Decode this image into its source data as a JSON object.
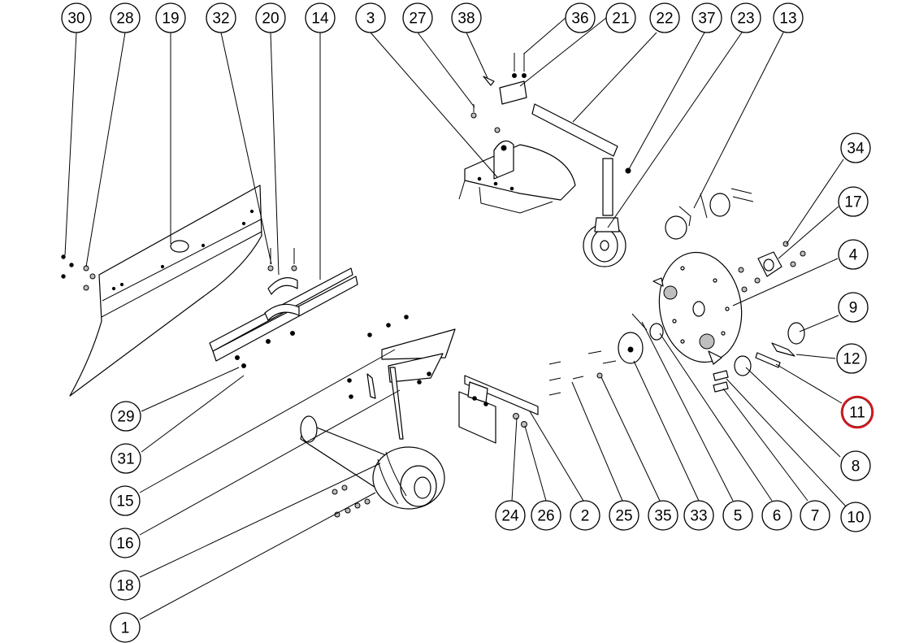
{
  "highlight_color": "#d9171e",
  "highlighted_callout": "11",
  "callouts": [
    "1",
    "2",
    "3",
    "4",
    "5",
    "6",
    "7",
    "8",
    "9",
    "10",
    "11",
    "12",
    "13",
    "14",
    "15",
    "16",
    "17",
    "18",
    "19",
    "20",
    "21",
    "22",
    "23",
    "24",
    "25",
    "26",
    "27",
    "28",
    "29",
    "30",
    "31",
    "32",
    "33",
    "34",
    "35",
    "36",
    "37",
    "38"
  ]
}
